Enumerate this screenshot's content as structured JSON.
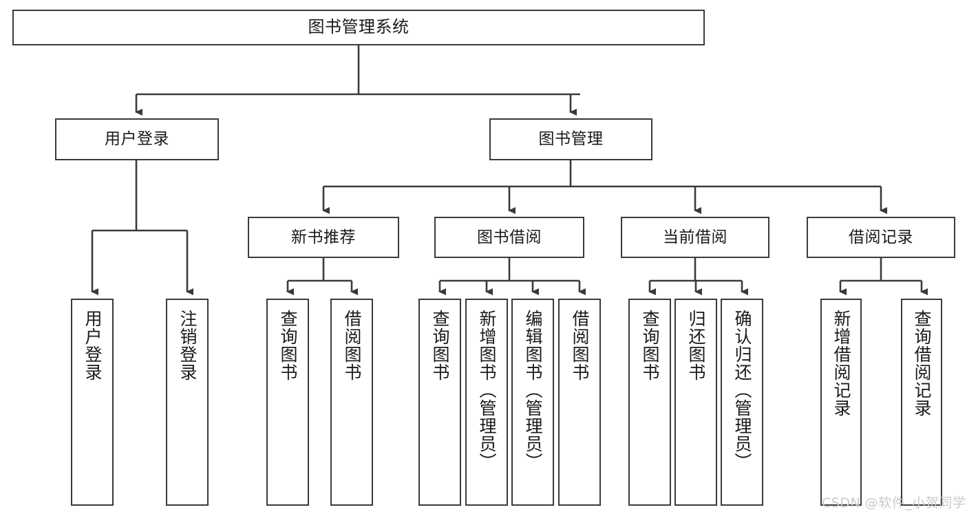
{
  "diagram": {
    "title": "图书管理系统",
    "type": "tree-hierarchy-diagram",
    "stroke_color": "#3a3a3a",
    "fill_color": "#ffffff",
    "text_color": "#1a1a1a",
    "root": {
      "label": "图书管理系统"
    },
    "level2": [
      {
        "label": "用户登录"
      },
      {
        "label": "图书管理"
      }
    ],
    "level3": [
      {
        "label": "新书推荐"
      },
      {
        "label": "图书借阅"
      },
      {
        "label": "当前借阅"
      },
      {
        "label": "借阅记录"
      }
    ],
    "leaves_user_login": [
      {
        "label": "用户登录"
      },
      {
        "label": "注销登录"
      }
    ],
    "leaves_new_books": [
      {
        "label": "查询图书"
      },
      {
        "label": "借阅图书"
      }
    ],
    "leaves_borrow": [
      {
        "label": "查询图书"
      },
      {
        "label": "新增图书（管理员）"
      },
      {
        "label": "编辑图书（管理员）"
      },
      {
        "label": "借阅图书"
      }
    ],
    "leaves_current": [
      {
        "label": "查询图书"
      },
      {
        "label": "归还图书"
      },
      {
        "label": "确认归还（管理员）"
      }
    ],
    "leaves_records": [
      {
        "label": "新增借阅记录"
      },
      {
        "label": "查询借阅记录"
      }
    ]
  },
  "watermark": {
    "text": "CSDN @软件_小贺同学",
    "color": "#c9c9c9"
  }
}
